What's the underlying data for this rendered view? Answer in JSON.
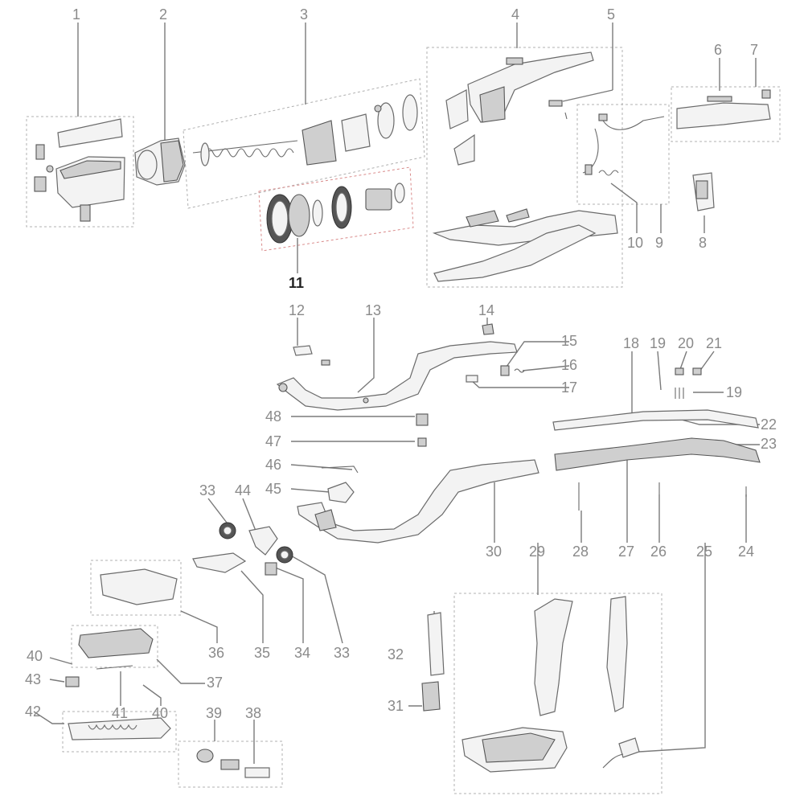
{
  "diagram": {
    "title_hidden": "Exploded parts diagram",
    "labels": [
      "1",
      "2",
      "3",
      "4",
      "5",
      "6",
      "7",
      "8",
      "9",
      "10",
      "11",
      "12",
      "13",
      "14",
      "15",
      "16",
      "17",
      "18",
      "19",
      "19",
      "20",
      "21",
      "22",
      "23",
      "24",
      "25",
      "26",
      "27",
      "28",
      "29",
      "30",
      "31",
      "32",
      "33",
      "33",
      "34",
      "35",
      "36",
      "37",
      "38",
      "39",
      "40",
      "40",
      "41",
      "42",
      "43",
      "44",
      "45",
      "46",
      "47",
      "48"
    ],
    "highlighted_label": "11",
    "colors": {
      "label": "#8a8a8a",
      "highlight": "#222222",
      "box": "#b0b0b0",
      "highlight_box": "#d98a8a"
    }
  }
}
